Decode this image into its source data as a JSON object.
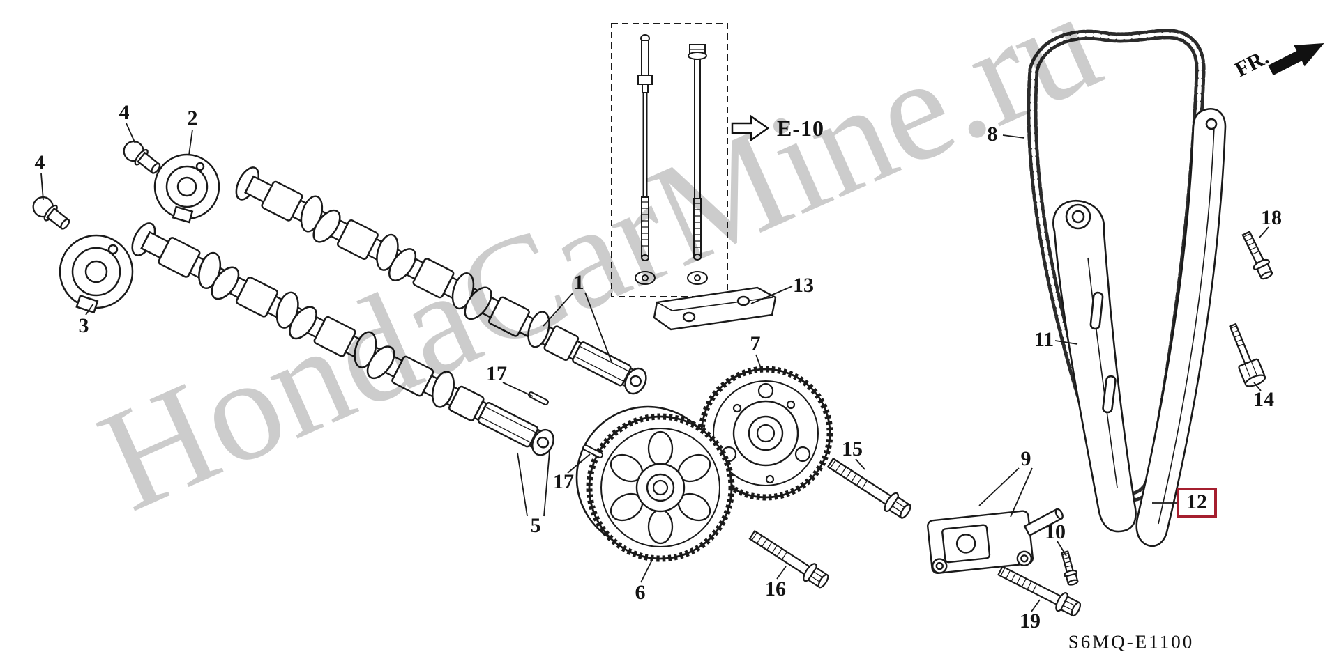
{
  "watermark": {
    "text": "HondaCarMine.ru"
  },
  "diagram": {
    "code": "S6MQ-E1100",
    "direction_label": "FR.",
    "reference_label": "E-10",
    "highlight_color": "#a51f2f",
    "line_color": "#1a1a1a",
    "background_color": "#ffffff",
    "highlighted_part": "12"
  },
  "icons": {
    "fr_arrow": "arrow-up-right-solid",
    "e10_arrow": "arrow-right-outline"
  },
  "part_labels": {
    "p1": "1",
    "p2": "2",
    "p3": "3",
    "p4a": "4",
    "p4b": "4",
    "p5": "5",
    "p6": "6",
    "p7": "7",
    "p8": "8",
    "p9": "9",
    "p10": "10",
    "p11": "11",
    "p12": "12",
    "p13": "13",
    "p14": "14",
    "p15": "15",
    "p16": "16",
    "p17a": "17",
    "p17b": "17",
    "p18": "18",
    "p19": "19"
  }
}
